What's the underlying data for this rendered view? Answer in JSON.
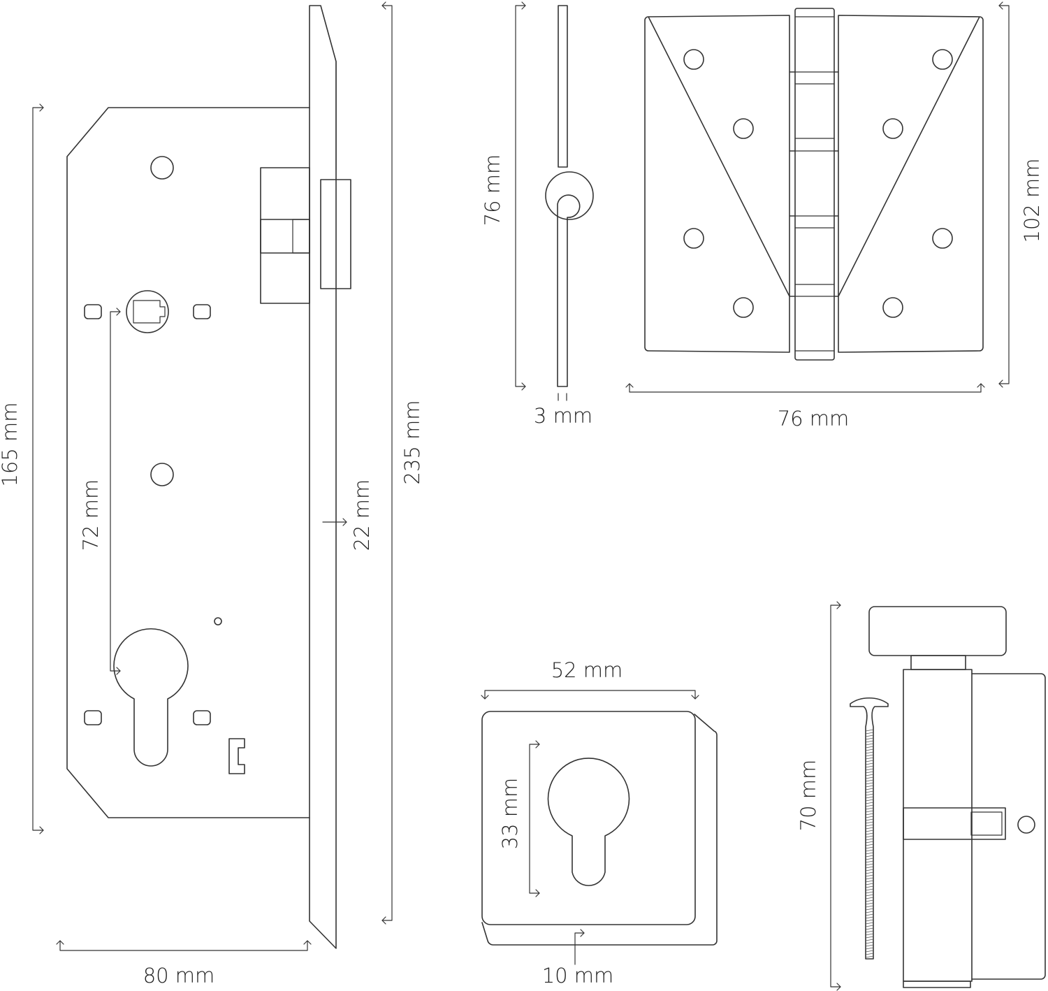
{
  "colors": {
    "stroke": "#333333",
    "background": "#ffffff",
    "text": "#222222"
  },
  "mortise_lock": {
    "height_label": "165 mm",
    "backset_label": "80 mm",
    "center_distance_label": "72 mm",
    "faceplate_width_label": "22 mm",
    "faceplate_length_label": "235 mm"
  },
  "hinge": {
    "height_label": "76 mm",
    "thickness_label": "3 mm",
    "width_label": "76 mm",
    "length_label": "102 mm"
  },
  "escutcheon": {
    "width_label": "52 mm",
    "keyhole_label": "33 mm",
    "depth_label": "10 mm"
  },
  "cylinder": {
    "length_label": "70 mm"
  }
}
